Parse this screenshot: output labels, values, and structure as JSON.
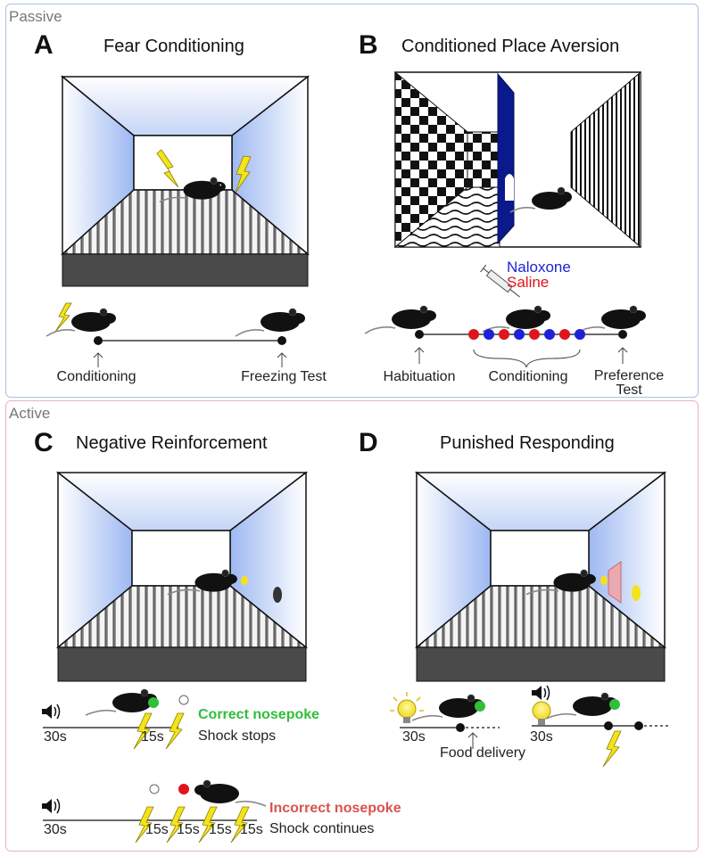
{
  "sections": {
    "passive": "Passive",
    "active": "Active"
  },
  "panels": {
    "a": {
      "letter": "A",
      "title": "Fear Conditioning",
      "labels": {
        "conditioning": "Conditioning",
        "freezing": "Freezing Test"
      }
    },
    "b": {
      "letter": "B",
      "title": "Conditioned Place Aversion",
      "legend": {
        "naloxone": "Naloxone",
        "saline": "Saline"
      },
      "labels": {
        "habituation": "Habituation",
        "conditioning": "Conditioning",
        "preference_1": "Preference",
        "preference_2": "Test"
      }
    },
    "c": {
      "letter": "C",
      "title": "Negative Reinforcement",
      "correct": {
        "time": "30s",
        "interval": "15s",
        "outcome": "Correct nosepoke",
        "result": "Shock stops"
      },
      "incorrect": {
        "time": "30s",
        "intervals": [
          "15s",
          "15s",
          "15s",
          "15s"
        ],
        "outcome": "Incorrect nosepoke",
        "result": "Shock continues"
      }
    },
    "d": {
      "letter": "D",
      "title": "Punished Responding",
      "left": {
        "time": "30s",
        "label": "Food delivery"
      },
      "right": {
        "time": "30s"
      }
    }
  },
  "colors": {
    "naloxone": "#1d22d6",
    "saline": "#e0141e",
    "correct": "#2fbf3a",
    "incorrect": "#d9534f",
    "shock": "#f5e31a",
    "divider": "#0a1a8c",
    "passive_border": "#a9c2e8",
    "active_border": "#e8b4b4"
  }
}
